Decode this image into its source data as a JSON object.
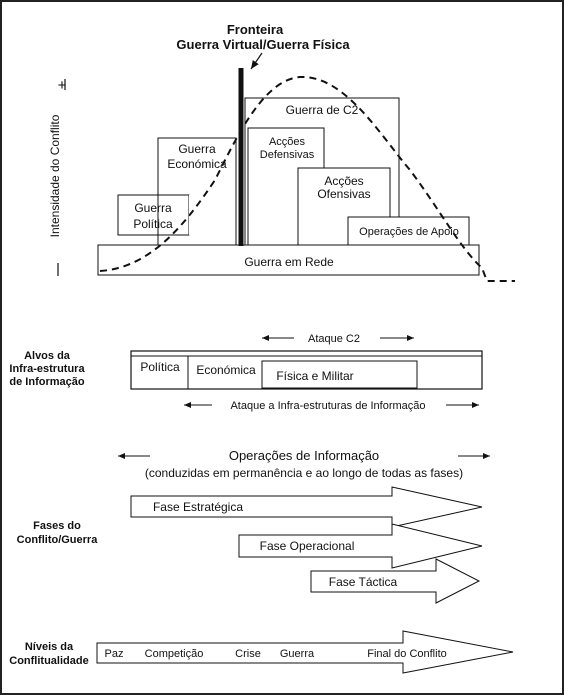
{
  "top": {
    "frontier_title": "Fronteira",
    "frontier_subtitle": "Guerra Virtual/Guerra Física",
    "y_axis_label": "Intensidade do Conflito",
    "y_plus": "+",
    "y_minus": "—",
    "boxes": {
      "guerra_politica": [
        "Guerra",
        "Política"
      ],
      "guerra_economica": [
        "Guerra",
        "Económica"
      ],
      "guerra_c2": "Guerra de C2",
      "accoes_defensivas": [
        "Acções",
        "Defensivas"
      ],
      "accoes_ofensivas": [
        "Acções",
        "Ofensivas"
      ],
      "operacoes_apoio": "Operações de Apoio",
      "guerra_em_rede": "Guerra em Rede"
    }
  },
  "alvos": {
    "heading": [
      "Alvos da",
      "Infra-estrutura",
      "de Informação"
    ],
    "ataque_c2": "Ataque C2",
    "politica": "Política",
    "economica": "Económica",
    "fisica_militar": "Física e Militar",
    "ataque_infra": "Ataque a Infra-estruturas de Informação"
  },
  "operacoes": {
    "title": "Operações de Informação",
    "subtitle": "(conduzidas em permanência e ao longo de todas as fases)"
  },
  "fases": {
    "heading": [
      "Fases do",
      "Conflito/Guerra"
    ],
    "estrategica": "Fase Estratégica",
    "operacional": "Fase Operacional",
    "tactica": "Fase Táctica"
  },
  "niveis": {
    "heading": [
      "Níveis da",
      "Conflitualidade"
    ],
    "paz": "Paz",
    "competicao": "Competição",
    "crise": "Crise",
    "guerra": "Guerra",
    "final": "Final do Conflito"
  }
}
